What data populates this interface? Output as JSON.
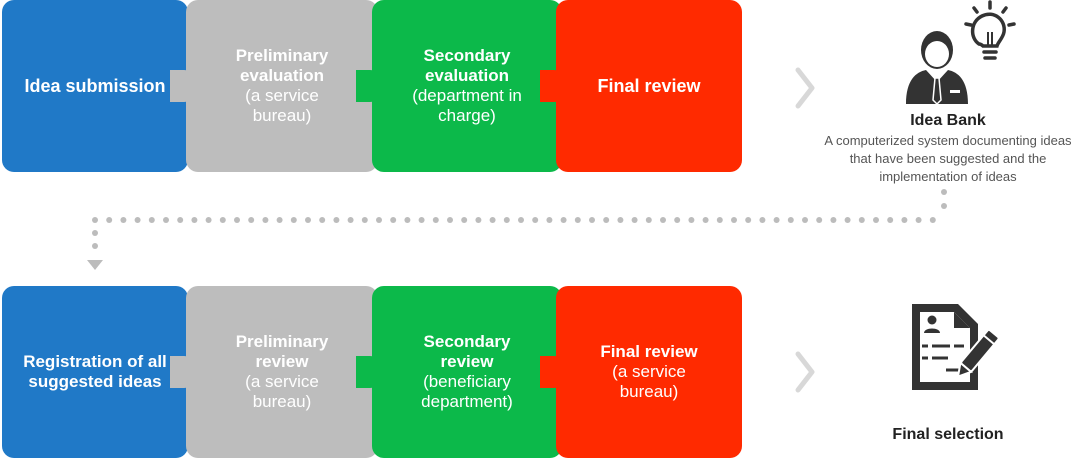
{
  "row1": {
    "steps": [
      {
        "main": "Idea submission",
        "sub": ""
      },
      {
        "main": "Preliminary evaluation",
        "sub": "(a service bureau)"
      },
      {
        "main": "Secondary evaluation",
        "sub": "(department in charge)"
      },
      {
        "main": "Final review",
        "sub": ""
      }
    ]
  },
  "row2": {
    "steps": [
      {
        "main": "Registration of all suggested ideas",
        "sub": ""
      },
      {
        "main": "Preliminary review",
        "sub": "(a service bureau)"
      },
      {
        "main": "Secondary review",
        "sub": "(beneficiary department)"
      },
      {
        "main": "Final review",
        "sub": "(a service bureau)"
      }
    ]
  },
  "idea_bank": {
    "title": "Idea Bank",
    "description": "A computerized system documenting ideas that have been suggested and the implementation of ideas",
    "icon": "businessman-lightbulb-icon"
  },
  "final_selection": {
    "label": "Final selection",
    "icon": "document-pen-icon"
  },
  "colors": {
    "blue": "#2079c7",
    "gray": "#bdbdbd",
    "green": "#0cb94a",
    "red": "#ff2a00",
    "dots": "#bcbcbc",
    "chevron": "#d8d8d8",
    "icon": "#333333"
  }
}
